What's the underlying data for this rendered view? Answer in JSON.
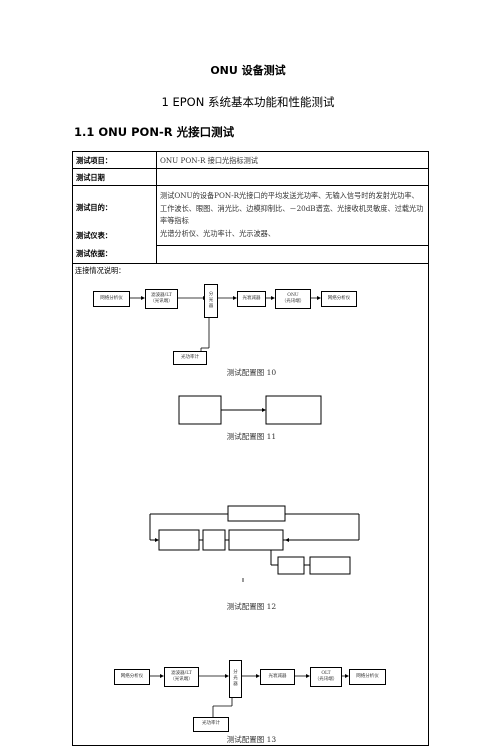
{
  "document": {
    "title": "ONU 设备测试",
    "section": "1   EPON 系统基本功能和性能测试",
    "subsection": "1.1  ONU PON-R 光接口测试"
  },
  "table": {
    "rows": [
      {
        "label": "测试项目：",
        "value": "ONU PON-R 接口光指标测试"
      },
      {
        "label": "测试日期",
        "value": ""
      },
      {
        "label": "测试目的：",
        "value": "测试ONU的设备PON-R光接口的平均发送光功率、无输入信号时的发射光功率、工作波长、眼图、消光比、边模抑制比、－20dB谱宽、光接收机灵敏度、过载光功率等指标"
      },
      {
        "label": "测试仪表：",
        "value": "光谱分析仪、光功率计、光示波器、"
      },
      {
        "label": "测试依据：",
        "value": ""
      }
    ],
    "connection_label": "连接情况说明："
  },
  "diagrams": {
    "fig10": {
      "caption": "测试配置图 10",
      "boxes": {
        "analyzer_left": "网络分析仪",
        "filter": "滤波器/LT\n（光讯端）",
        "splitter": "分\n光\n器",
        "attenuator": "光衰减器",
        "onu": "ONU\n（光讯端）",
        "analyzer_right": "网络分析仪",
        "power_meter": "光功率计"
      }
    },
    "fig11": {
      "caption": "测试配置图 11"
    },
    "fig12": {
      "caption": "测试配置图 12"
    },
    "fig13": {
      "caption": "测试配置图 13",
      "boxes": {
        "analyzer_left": "网络分析仪",
        "filter": "滤波器/LT\n（光讯端）",
        "splitter": "分\n光\n器",
        "attenuator": "光衰减器",
        "onu": "OLT\n（光讯端）",
        "analyzer_right": "网络分析仪",
        "power_meter": "光功率计"
      }
    }
  }
}
